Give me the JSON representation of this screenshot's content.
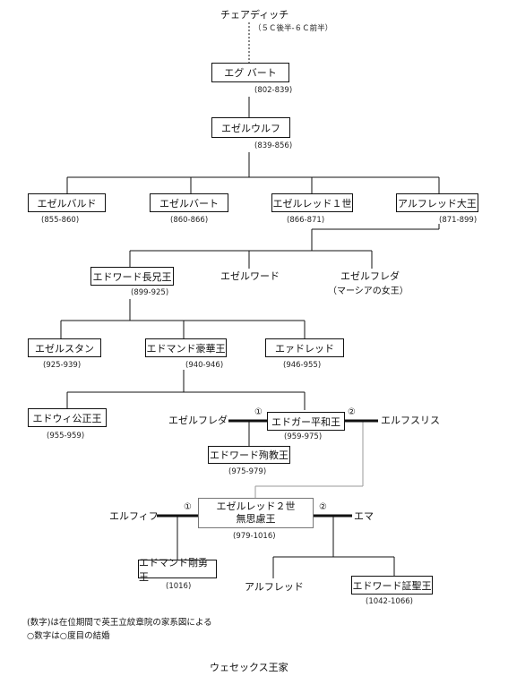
{
  "diagram": {
    "title": "ウェセックス王家",
    "notes": {
      "line1": "(数字)は在位期間で英王立紋章院の家系図による",
      "line2": "○数字は○度目の結婚"
    },
    "marriage_marks": {
      "first": "①",
      "second": "②"
    },
    "people": {
      "cerdic": {
        "name": "チェアディッチ",
        "dates": "（５Ｃ後半-６Ｃ前半）"
      },
      "egbert": {
        "name": "エグ バート",
        "dates": "(802-839)"
      },
      "aethelwulf": {
        "name": "エゼルウルフ",
        "dates": "(839-856)"
      },
      "aethelbald": {
        "name": "エゼルバルド",
        "dates": "(855-860)"
      },
      "aethelberht": {
        "name": "エゼルバート",
        "dates": "(860-866)"
      },
      "aethelred1": {
        "name": "エゼルレッド１世",
        "dates": "(866-871)"
      },
      "alfred": {
        "name": "アルフレッド大王",
        "dates": "(871-899)"
      },
      "edward_elder": {
        "name": "エドワード長兄王",
        "dates": "(899-925)"
      },
      "aethelweard": {
        "name": "エゼルワード"
      },
      "aethelflaed_mercia": {
        "name": "エゼルフレダ",
        "subtitle": "（マーシアの女王）"
      },
      "aethelstan": {
        "name": "エゼルスタン",
        "dates": "(925-939)"
      },
      "edmund1": {
        "name": "エドマンド豪華王",
        "dates": "(940-946)"
      },
      "eadred": {
        "name": "エァドレッド",
        "dates": "(946-955)"
      },
      "eadwig": {
        "name": "エドウィ公正王",
        "dates": "(955-959)"
      },
      "aethelflaed_wife": {
        "name": "エゼルフレダ"
      },
      "edgar": {
        "name": "エドガー平和王",
        "dates": "(959-975)"
      },
      "aelfthryth": {
        "name": "エルフスリス"
      },
      "edward_martyr": {
        "name": "エドワード殉教王",
        "dates": "(975-979)"
      },
      "aethelred2": {
        "name": "エゼルレッド２世",
        "name2": "無思慮王",
        "dates": "(979-1016)"
      },
      "aelfgifu": {
        "name": "エルフィフ"
      },
      "emma": {
        "name": "エマ"
      },
      "edmund2": {
        "name": "エドマンド剛勇王",
        "dates": "(1016)"
      },
      "alfred_aetheling": {
        "name": "アルフレッド"
      },
      "edward_confessor": {
        "name": "エドワード証聖王",
        "dates": "(1042-1066)"
      }
    }
  }
}
